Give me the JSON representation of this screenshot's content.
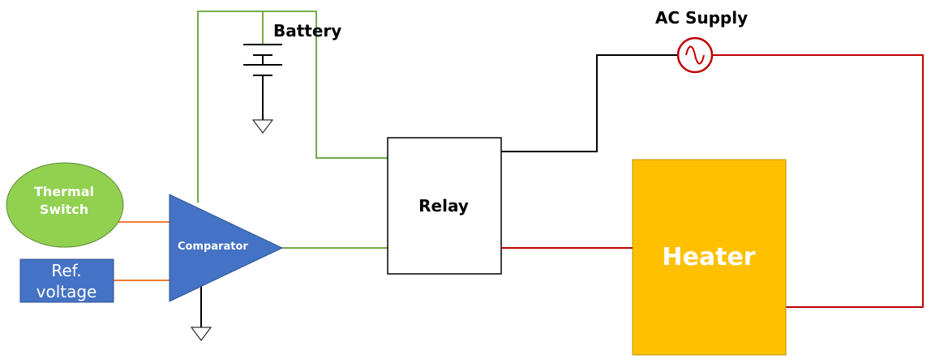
{
  "labels": {
    "battery": "Battery",
    "ac_supply": "AC Supply",
    "thermal_switch_line1": "Thermal",
    "thermal_switch_line2": "Switch",
    "ref_voltage_line1": "Ref.",
    "ref_voltage_line2": "voltage",
    "comparator": "Comparator",
    "relay": "Relay",
    "heater": "Heater"
  },
  "colors": {
    "green_wire": "#70ad47",
    "orange_wire": "#ed7d31",
    "red_wire": "#c00000",
    "black_wire": "#000000",
    "thermal_switch_fill": "#92d050",
    "blue_fill": "#4472c4",
    "heater_fill": "#ffc000",
    "heater_border": "#bf9000",
    "ac_source": "#c00000"
  }
}
